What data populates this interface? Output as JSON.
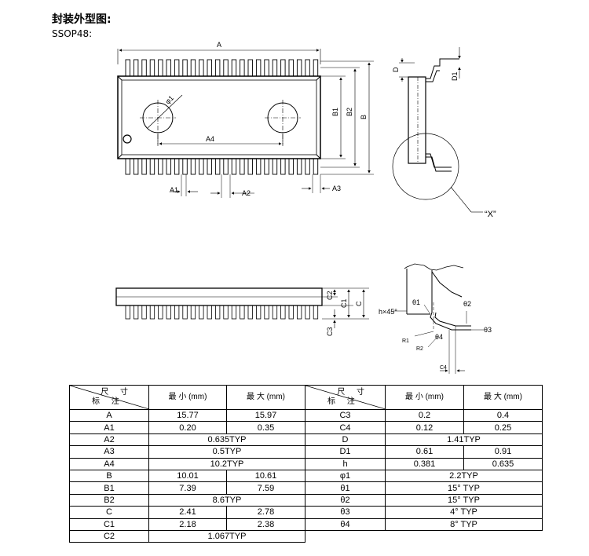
{
  "header": {
    "title": "封装外型图:",
    "subtitle": "SSOP48:"
  },
  "drawing_labels": {
    "A": "A",
    "B": "B",
    "B1": "B1",
    "B2": "B2",
    "A1": "A1",
    "A2": "A2",
    "A3": "A3",
    "A4": "A4",
    "phi1": "φ1",
    "D": "D",
    "D1": "D1",
    "X": "“X”",
    "C": "C",
    "C1": "C1",
    "C2": "C2",
    "C3": "C3",
    "C4": "C4",
    "theta1": "θ1",
    "theta2": "θ2",
    "theta3": "θ3",
    "theta4": "θ4",
    "h45": "h×45°",
    "R1": "R1",
    "R2": "R2"
  },
  "table_header": {
    "size_label": "尺 寸",
    "mark_label": "标 注",
    "min_label": "最 小 (mm)",
    "max_label": "最 大 (mm)"
  },
  "left_rows": [
    {
      "mark": "A",
      "min": "15.77",
      "max": "15.97"
    },
    {
      "mark": "A1",
      "min": "0.20",
      "max": "0.35"
    },
    {
      "mark": "A2",
      "merged": "0.635TYP"
    },
    {
      "mark": "A3",
      "merged": "0.5TYP"
    },
    {
      "mark": "A4",
      "merged": "10.2TYP"
    },
    {
      "mark": "B",
      "min": "10.01",
      "max": "10.61"
    },
    {
      "mark": "B1",
      "min": "7.39",
      "max": "7.59"
    },
    {
      "mark": "B2",
      "merged": "8.6TYP"
    },
    {
      "mark": "C",
      "min": "2.41",
      "max": "2.78"
    },
    {
      "mark": "C1",
      "min": "2.18",
      "max": "2.38"
    },
    {
      "mark": "C2",
      "merged": "1.067TYP"
    }
  ],
  "right_rows": [
    {
      "mark": "C3",
      "min": "0.2",
      "max": "0.4"
    },
    {
      "mark": "C4",
      "min": "0.12",
      "max": "0.25"
    },
    {
      "mark": "D",
      "merged": "1.41TYP"
    },
    {
      "mark": "D1",
      "min": "0.61",
      "max": "0.91"
    },
    {
      "mark": "h",
      "min": "0.381",
      "max": "0.635"
    },
    {
      "mark": "φ1",
      "merged": "2.2TYP"
    },
    {
      "mark": "θ1",
      "merged": "15° TYP"
    },
    {
      "mark": "θ2",
      "merged": "15° TYP"
    },
    {
      "mark": "θ3",
      "merged": "4° TYP"
    },
    {
      "mark": "θ4",
      "merged": "8° TYP"
    }
  ]
}
